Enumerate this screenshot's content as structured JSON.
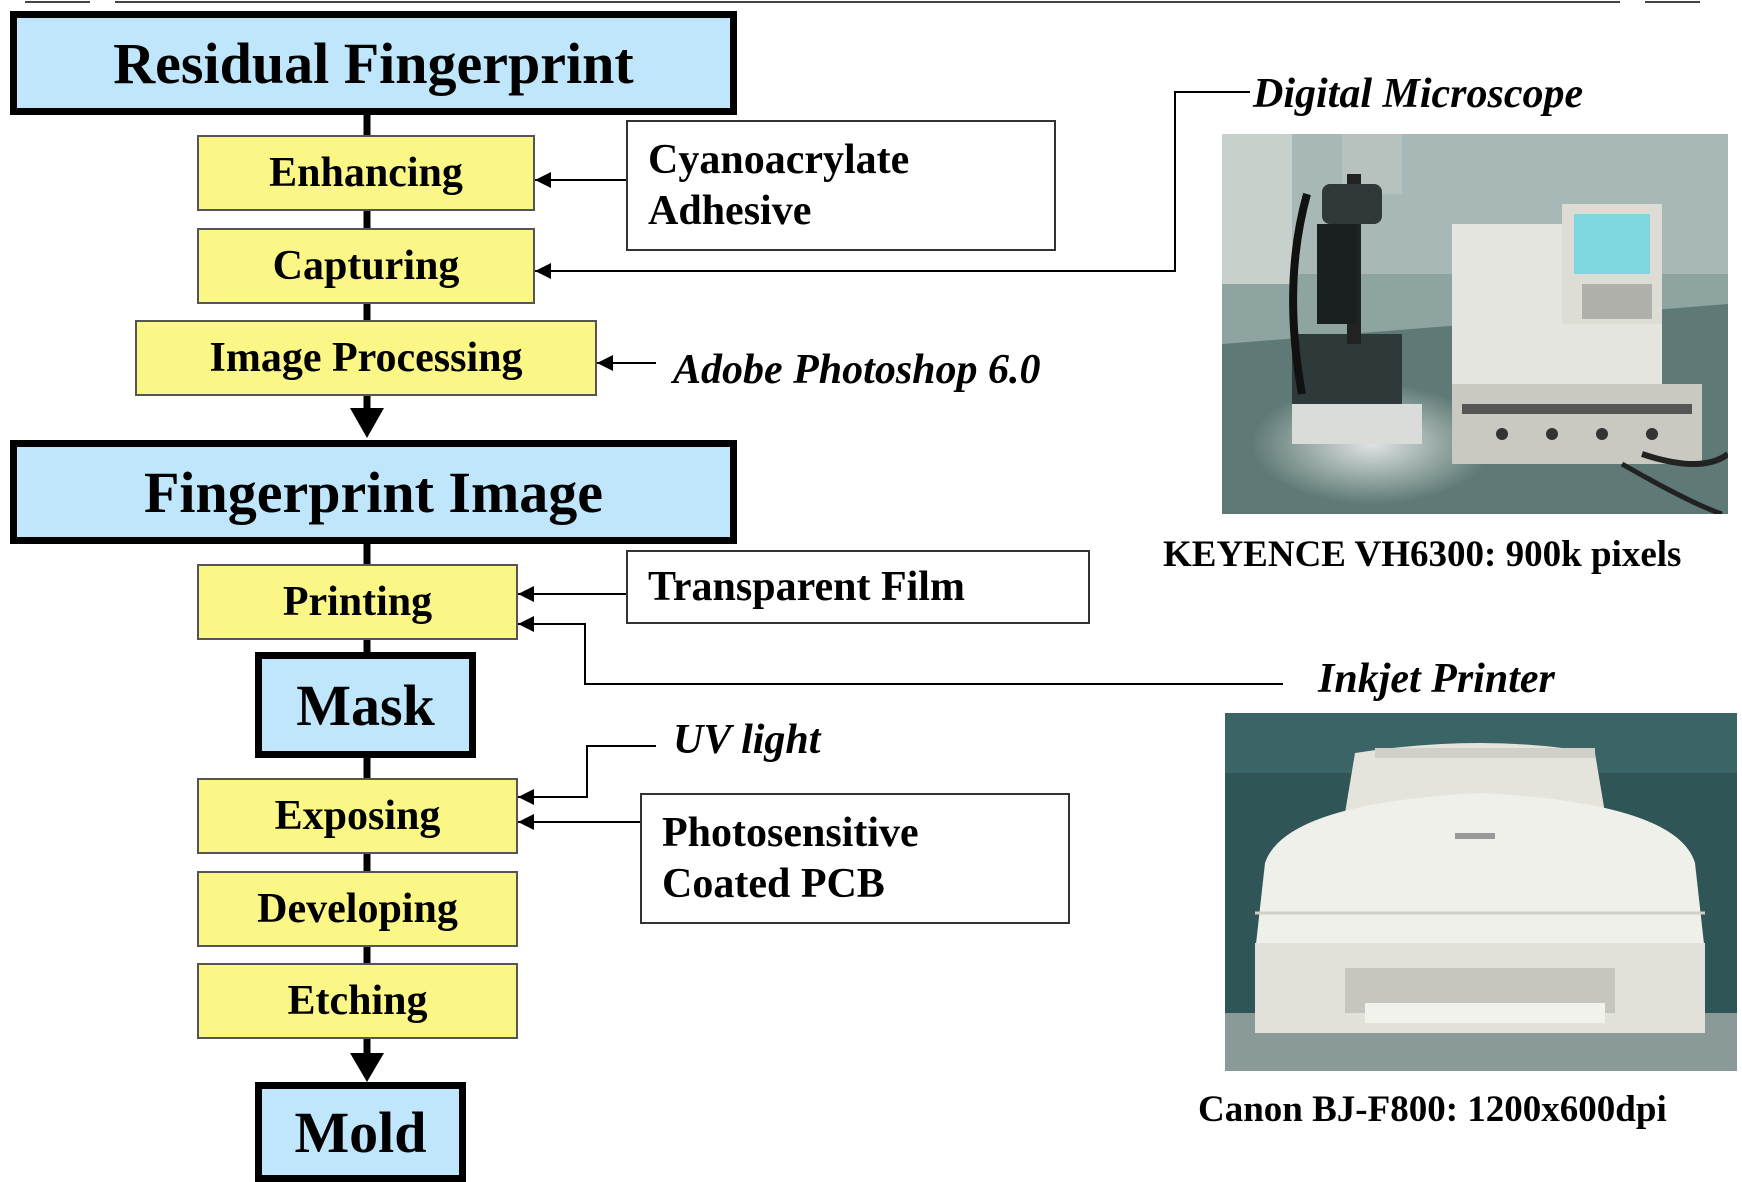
{
  "flow": {
    "residual_fingerprint": "Residual Fingerprint",
    "enhancing": "Enhancing",
    "capturing": "Capturing",
    "image_processing": "Image Processing",
    "fingerprint_image": "Fingerprint Image",
    "printing": "Printing",
    "mask": "Mask",
    "exposing": "Exposing",
    "developing": "Developing",
    "etching": "Etching",
    "mold": "Mold"
  },
  "inputs": {
    "cyanoacrylate_line1": "Cyanoacrylate",
    "cyanoacrylate_line2": "Adhesive",
    "adobe": "Adobe Photoshop 6.0",
    "transparent_film": "Transparent Film",
    "uv_light": "UV light",
    "pcb_line1": "Photosensitive",
    "pcb_line2": "Coated PCB"
  },
  "devices": {
    "microscope_label": "Digital Microscope",
    "microscope_caption": "KEYENCE VH6300: 900k pixels",
    "printer_label": "Inkjet Printer",
    "printer_caption": "Canon BJ-F800: 1200x600dpi"
  },
  "colors": {
    "main_box_fill": "#bfe6fb",
    "step_box_fill": "#fbf786"
  }
}
